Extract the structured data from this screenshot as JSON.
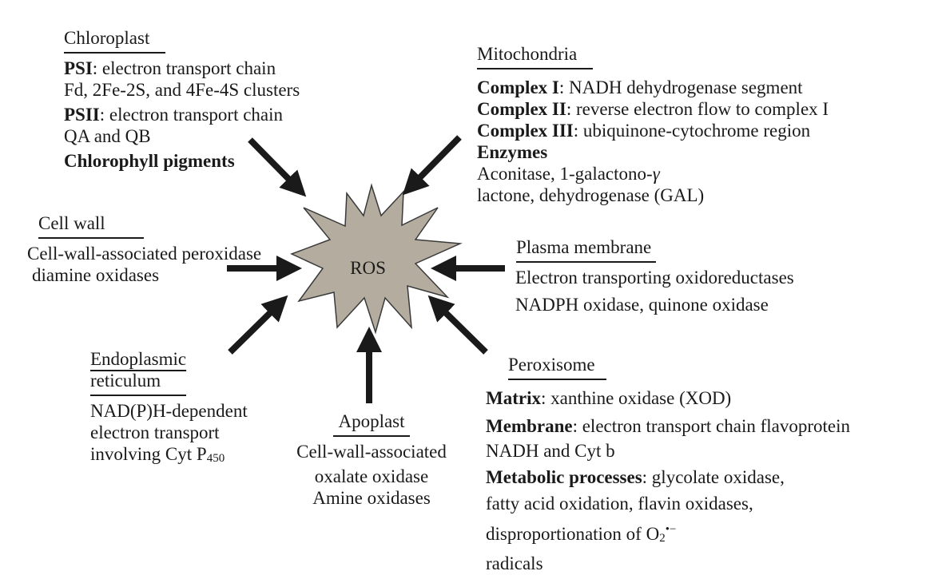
{
  "center": {
    "label": "ROS"
  },
  "chloroplast": {
    "title": "Chloroplast",
    "psi_label": "PSI",
    "psi_text": ": electron transport chain",
    "psi_detail": "Fd, 2Fe-2S, and 4Fe-4S clusters",
    "psii_label": "PSII",
    "psii_text": ": electron transport chain",
    "psii_detail": "QA and QB",
    "pigments": "Chlorophyll pigments"
  },
  "mitochondria": {
    "title": "Mitochondria",
    "c1_label": "Complex I",
    "c1_text": ": NADH dehydrogenase segment",
    "c2_label": "Complex II",
    "c2_text": ": reverse electron flow to complex I",
    "c3_label": "Complex III",
    "c3_text": ": ubiquinone-cytochrome region",
    "enzymes_label": "Enzymes",
    "enzymes_line1": "Aconitase, 1-galactono-",
    "enzymes_gamma": "γ",
    "enzymes_line2": "lactone, dehydrogenase (GAL)"
  },
  "cell_wall": {
    "title": "Cell wall",
    "line1": "Cell-wall-associated peroxidase",
    "line2": "diamine oxidases"
  },
  "plasma_membrane": {
    "title": "Plasma membrane",
    "line1": "Electron transporting oxidoreductases",
    "line2": "NADPH oxidase, quinone oxidase"
  },
  "er": {
    "title_line1": "Endoplasmic",
    "title_line2": "reticulum",
    "line1": "NAD(P)H-dependent",
    "line2": "electron transport",
    "line3_prefix": "involving Cyt P",
    "line3_sub": "450"
  },
  "apoplast": {
    "title": "Apoplast",
    "line1": "Cell-wall-associated",
    "line2": "oxalate oxidase",
    "line3": "Amine oxidases"
  },
  "peroxisome": {
    "title": "Peroxisome",
    "matrix_label": "Matrix",
    "matrix_text": ": xanthine oxidase (XOD)",
    "membrane_label": "Membrane",
    "membrane_text": ": electron transport chain flavoprotein",
    "membrane_detail": "NADH and Cyt b",
    "metabolic_label": "Metabolic processes",
    "metabolic_text": ": glycolate oxidase,",
    "metabolic_line2": "fatty acid oxidation, flavin oxidases,",
    "metabolic_line3_prefix": "disproportionation of O",
    "metabolic_line3_sub": "2",
    "metabolic_line3_sup": "•−",
    "metabolic_line4": "radicals"
  },
  "colors": {
    "star_fill": "#b4ad9f",
    "star_stroke": "#3a3a3a",
    "arrow": "#1a1a1a",
    "text": "#1a1a1a"
  }
}
